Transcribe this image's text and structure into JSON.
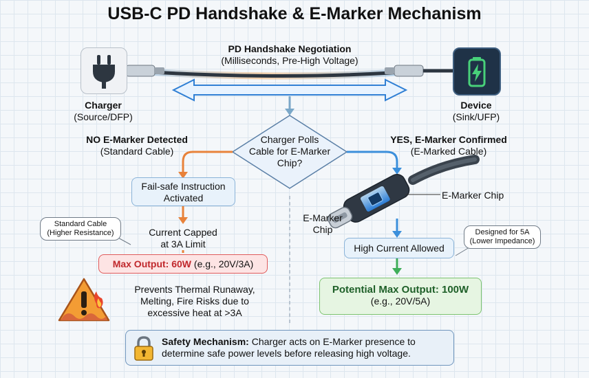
{
  "title": "USB-C PD Handshake & E-Marker Mechanism",
  "handshake": {
    "title": "PD Handshake Negotiation",
    "subtitle": "(Milliseconds, Pre-High Voltage)"
  },
  "charger": {
    "name": "Charger",
    "role": "(Source/DFP)",
    "icon": "plug-icon"
  },
  "device": {
    "name": "Device",
    "role": "(Sink/UFP)",
    "icon": "battery-charging-icon"
  },
  "decision": {
    "line1": "Charger Polls",
    "line2": "Cable for E-Marker",
    "line3": "Chip?"
  },
  "no_branch": {
    "heading": "NO E-Marker Detected",
    "sub": "(Standard Cable)",
    "failsafe_line1": "Fail-safe Instruction",
    "failsafe_line2": "Activated",
    "callout_line1": "Standard Cable",
    "callout_line2": "(Higher Resistance)",
    "cap_line1": "Current Capped",
    "cap_line2": "at 3A Limit",
    "max_label": "Max Output: 60W",
    "max_example": "(e.g., 20V/3A)",
    "risk_line1": "Prevents Thermal Runaway,",
    "risk_line2": "Melting, Fire Risks due to",
    "risk_line3": "excessive heat at >3A",
    "warning_icon": "warning-fire-icon"
  },
  "yes_branch": {
    "heading": "YES, E-Marker Confirmed",
    "sub": "(E-Marked Cable)",
    "chip_label": "E-Marker Chip",
    "cable_label_line1": "E-Marker",
    "cable_label_line2": "Chip",
    "allowed": "High Current Allowed",
    "callout_line1": "Designed for 5A",
    "callout_line2": "(Lower Impedance)",
    "max_label": "Potential Max Output: 100W",
    "max_example": "(e.g., 20V/5A)"
  },
  "safety": {
    "label": "Safety Mechanism:",
    "text1": "Charger acts on E-Marker presence to",
    "text2": "determine safe power levels before releasing high voltage.",
    "icon": "padlock-icon"
  },
  "colors": {
    "no_arrow": "#e8823a",
    "yes_arrow": "#3b8fdb",
    "green_arrow": "#3fae5a",
    "red_box": "#fde4e4",
    "red_border": "#e05a5a",
    "green_box": "#e6f5e2",
    "green_border": "#7cc36f",
    "blue_box": "#e8f2fb",
    "blue_border": "#8ab3d8"
  }
}
